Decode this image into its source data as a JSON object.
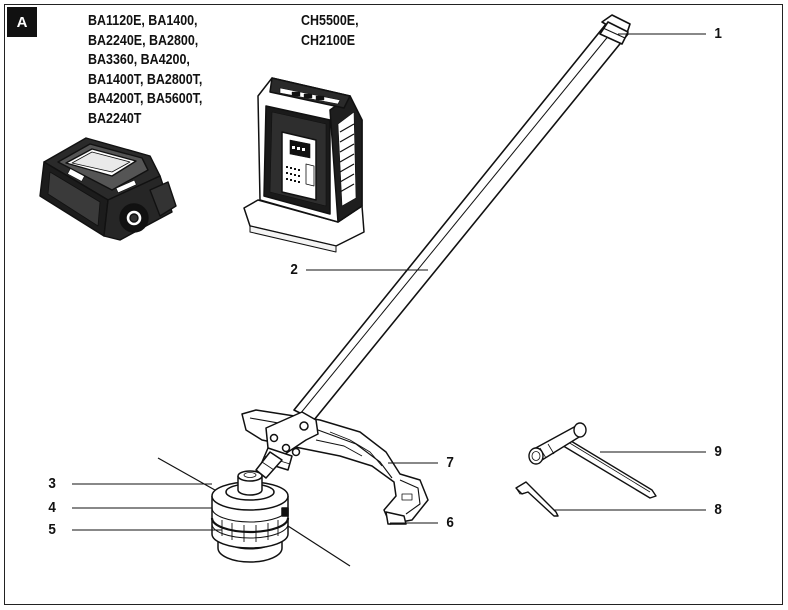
{
  "figure_tag": "A",
  "battery_models": [
    "BA1120E, BA1400,",
    "BA2240E, BA2800,",
    "BA3360, BA4200,",
    "BA1400T, BA2800T,",
    "BA4200T, BA5600T,",
    "BA2240T"
  ],
  "charger_models": [
    "CH5500E,",
    "CH2100E"
  ],
  "callouts": {
    "c1": "1",
    "c2": "2",
    "c3": "3",
    "c4": "4",
    "c5": "5",
    "c6": "6",
    "c7": "7",
    "c8": "8",
    "c9": "9"
  },
  "icons": [
    "battery-pack-icon",
    "charger-icon",
    "trimmer-shaft-icon",
    "trimmer-head-icon",
    "guard-icon",
    "wrench-icon",
    "hex-key-icon"
  ]
}
